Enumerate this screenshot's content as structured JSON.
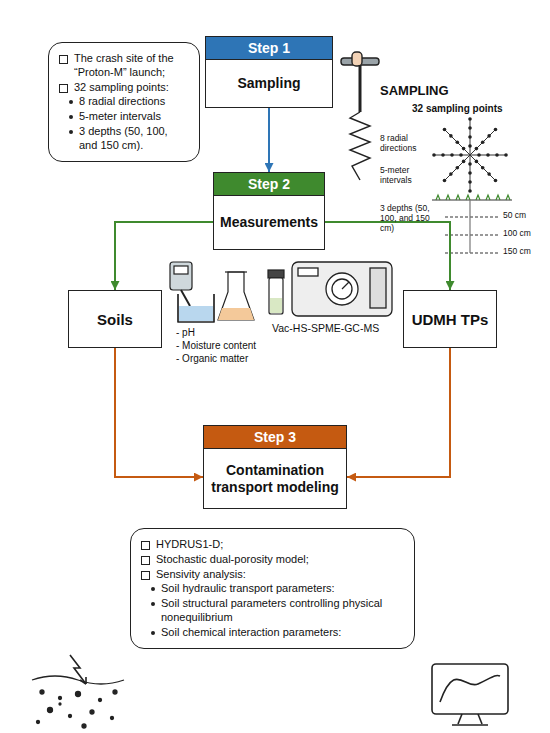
{
  "diagram": {
    "nodes": [
      {
        "text": [
          "The crash site of the “Proton-M” launch;",
          "32 sampling points:",
          "8 radial directions",
          "5-meter intervals",
          "3 depths (50, 100, and 150 cm)."
        ]
      },
      {
        "text": [
          "Step 1",
          "Sampling"
        ]
      },
      {
        "text": [
          "Step 2",
          "Measurements"
        ]
      },
      {
        "text": [
          "Soils"
        ]
      },
      {
        "text": [
          "UDMH TPs"
        ]
      },
      {
        "text": [
          "Step 3",
          "Contamination transport modeling"
        ]
      },
      {
        "text": [
          "HYDRUS1-D;",
          "Stochastic dual-porosity model;",
          "Sensivity analysis:",
          "Soil hydraulic transport parameters:",
          "Soil structural parameters controlling physical nonequilibrium",
          "Soil chemical interaction parameters:"
        ]
      }
    ],
    "edges": [
      {
        "from": 1,
        "to": 2,
        "arrow": "to"
      },
      {
        "from": 2,
        "to": 3,
        "arrow": "to"
      },
      {
        "from": 2,
        "to": 4,
        "arrow": "to"
      },
      {
        "from": 3,
        "to": 5,
        "arrow": "to"
      },
      {
        "from": 4,
        "to": 5,
        "arrow": "to"
      }
    ],
    "labels": [
      "SAMPLING",
      "32 sampling points",
      "8 radial directions",
      "5-meter intervals",
      "3 depths (50, 100, and 150 cm)",
      "50 cm",
      "100 cm",
      "150 cm",
      "- pH",
      "- Moisture content",
      "- Organic matter",
      "Vac-HS-SPME-GC-MS"
    ]
  }
}
